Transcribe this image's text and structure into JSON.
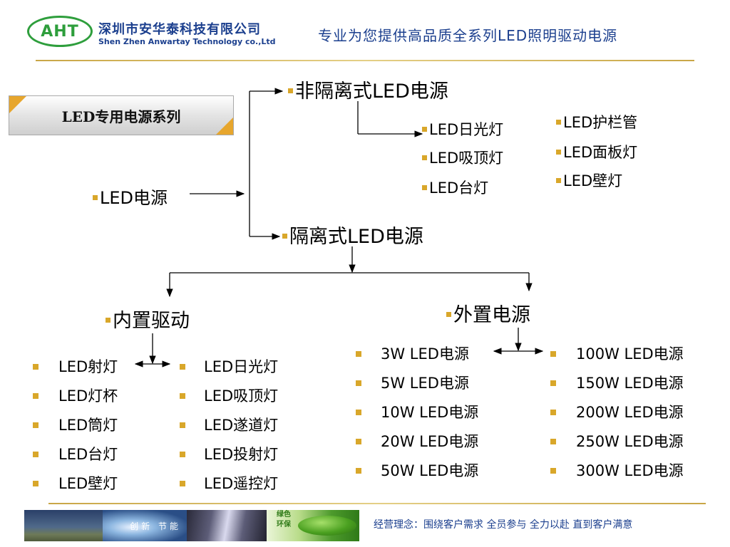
{
  "header": {
    "logo_text": "AHT",
    "company_cn": "深圳市安华泰科技有限公司",
    "company_en": "Shen Zhen Anwartay Technology co.,Ltd",
    "slogan": "专业为您提供高品质全系列LED照明驱动电源"
  },
  "badge": {
    "label": "LED专用电源系列"
  },
  "root": {
    "label": "LED电源"
  },
  "non_isolated": {
    "label": "非隔离式LED电源",
    "col1": [
      "LED日光灯",
      "LED吸顶灯",
      "LED台灯"
    ],
    "col2": [
      "LED护栏管",
      "LED面板灯",
      "LED壁灯"
    ]
  },
  "isolated": {
    "label": "隔离式LED电源"
  },
  "internal": {
    "label": "内置驱动",
    "col1": [
      "LED射灯",
      "LED灯杯",
      "LED筒灯",
      "LED台灯",
      "LED壁灯"
    ],
    "col2": [
      "LED日光灯",
      "LED吸顶灯",
      "LED遂道灯",
      "LED投射灯",
      "LED遥控灯"
    ]
  },
  "external": {
    "label": "外置电源",
    "col1": [
      "3W LED电源",
      "5W LED电源",
      "10W LED电源",
      "20W LED电源",
      "50W LED电源"
    ],
    "col2": [
      "100W LED电源",
      "150W LED电源",
      "200W LED电源",
      "250W LED电源",
      "300W LED电源"
    ]
  },
  "footer": {
    "image_caption": "创新 节能",
    "green_label_1": "绿色",
    "green_label_2": "环保",
    "motto": "经营理念：围绕客户需求 全员参与 全力以赴 直到客户满意"
  },
  "colors": {
    "brand_blue": "#1b3f8e",
    "logo_green": "#2e9e3c",
    "bullet_gold": "#d9a72a",
    "rule_gold": "#c9a646",
    "badge_orange": "#e7a62d"
  },
  "icons": [
    "bullet-square-icon",
    "arrow-right-icon",
    "arrow-down-icon",
    "double-arrow-icon"
  ]
}
